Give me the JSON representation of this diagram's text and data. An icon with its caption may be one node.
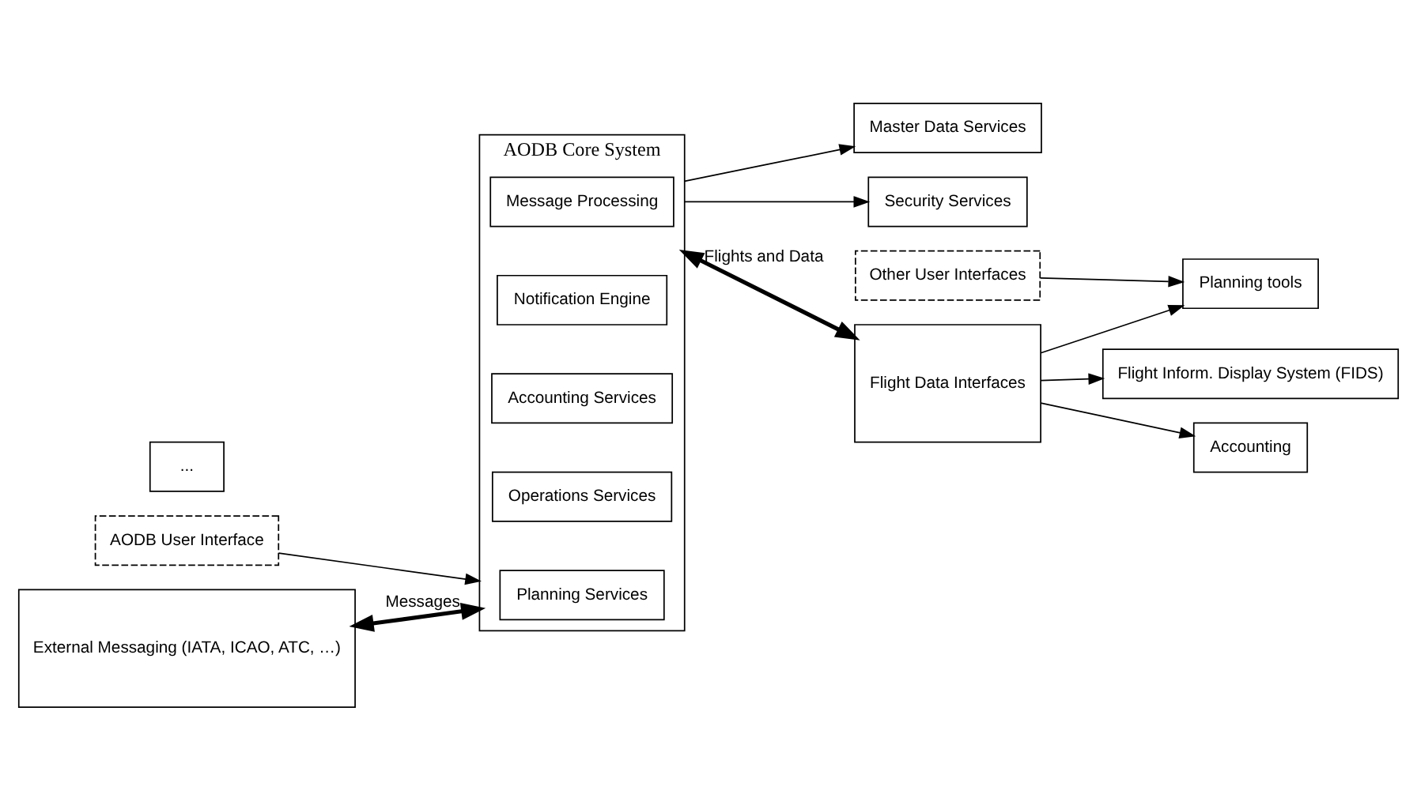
{
  "diagram": {
    "nodes": [
      {
        "text": [
          "AODB User Interface"
        ]
      },
      {
        "text": [
          "Other User Interfaces"
        ]
      },
      {
        "text": [
          "External Messaging (IATA, ICAO, ATC, …)"
        ]
      },
      {
        "text": [
          "AODB Core System"
        ]
      },
      {
        "text": [
          "Planning Services"
        ],
        "in": 3
      },
      {
        "text": [
          "Operations Services"
        ],
        "in": 3
      },
      {
        "text": [
          "Accounting Services"
        ],
        "in": 3
      },
      {
        "text": [
          "Notification Engine"
        ],
        "in": 3
      },
      {
        "text": [
          "Message Processing"
        ],
        "in": 3
      },
      {
        "text": [
          "Master Data Services"
        ]
      },
      {
        "text": [
          "Security Services"
        ]
      },
      {
        "text": [
          "Flight Data Interfaces"
        ]
      },
      {
        "text": [
          "Planning tools"
        ]
      },
      {
        "text": [
          "..."
        ]
      },
      {
        "text": [
          "Flight Inform. Display System (FIDS)"
        ]
      },
      {
        "text": [
          "Accounting"
        ]
      }
    ],
    "edges": [
      {
        "from": 0,
        "to": 3,
        "arrow": "to"
      },
      {
        "from": 1,
        "to": 12,
        "arrow": "to"
      },
      {
        "from": 2,
        "to": 3,
        "arrow": "both",
        "label": "Messages",
        "style": "thick"
      },
      {
        "from": 3,
        "to": 11,
        "arrow": "both",
        "label": "Flights and Data",
        "style": "thick"
      },
      {
        "from": 3,
        "to": 9,
        "arrow": "to"
      },
      {
        "from": 3,
        "to": 10,
        "arrow": "to"
      },
      {
        "from": 11,
        "to": 12,
        "arrow": "to"
      },
      {
        "from": 11,
        "to": 14,
        "arrow": "to"
      },
      {
        "from": 11,
        "to": 15,
        "arrow": "to"
      }
    ]
  }
}
